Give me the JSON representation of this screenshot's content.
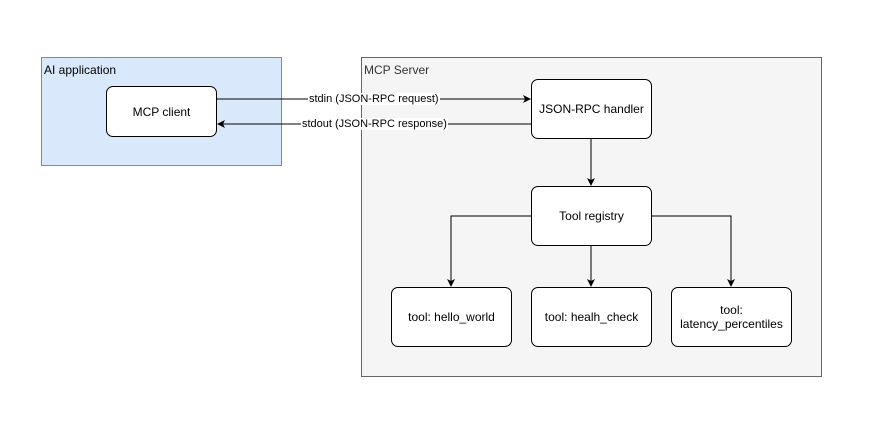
{
  "groups": {
    "ai_application": {
      "label": "AI application"
    },
    "mcp_server": {
      "label": "MCP Server"
    }
  },
  "nodes": {
    "mcp_client": "MCP client",
    "json_rpc_handler": "JSON-RPC handler",
    "tool_registry": "Tool registry",
    "tool_hello_world": "tool: hello_world",
    "tool_health_check": "tool: healh_check",
    "tool_latency_percentiles": [
      "tool:",
      "latency_percentiles"
    ]
  },
  "edges": {
    "stdin_label": "stdin (JSON-RPC request)",
    "stdout_label": "stdout (JSON-RPC response)"
  },
  "colors": {
    "ai_application_fill": "#dae8fc",
    "ai_application_stroke": "#6c8ebf",
    "mcp_server_fill": "#f5f5f5",
    "mcp_server_stroke": "#666666"
  }
}
